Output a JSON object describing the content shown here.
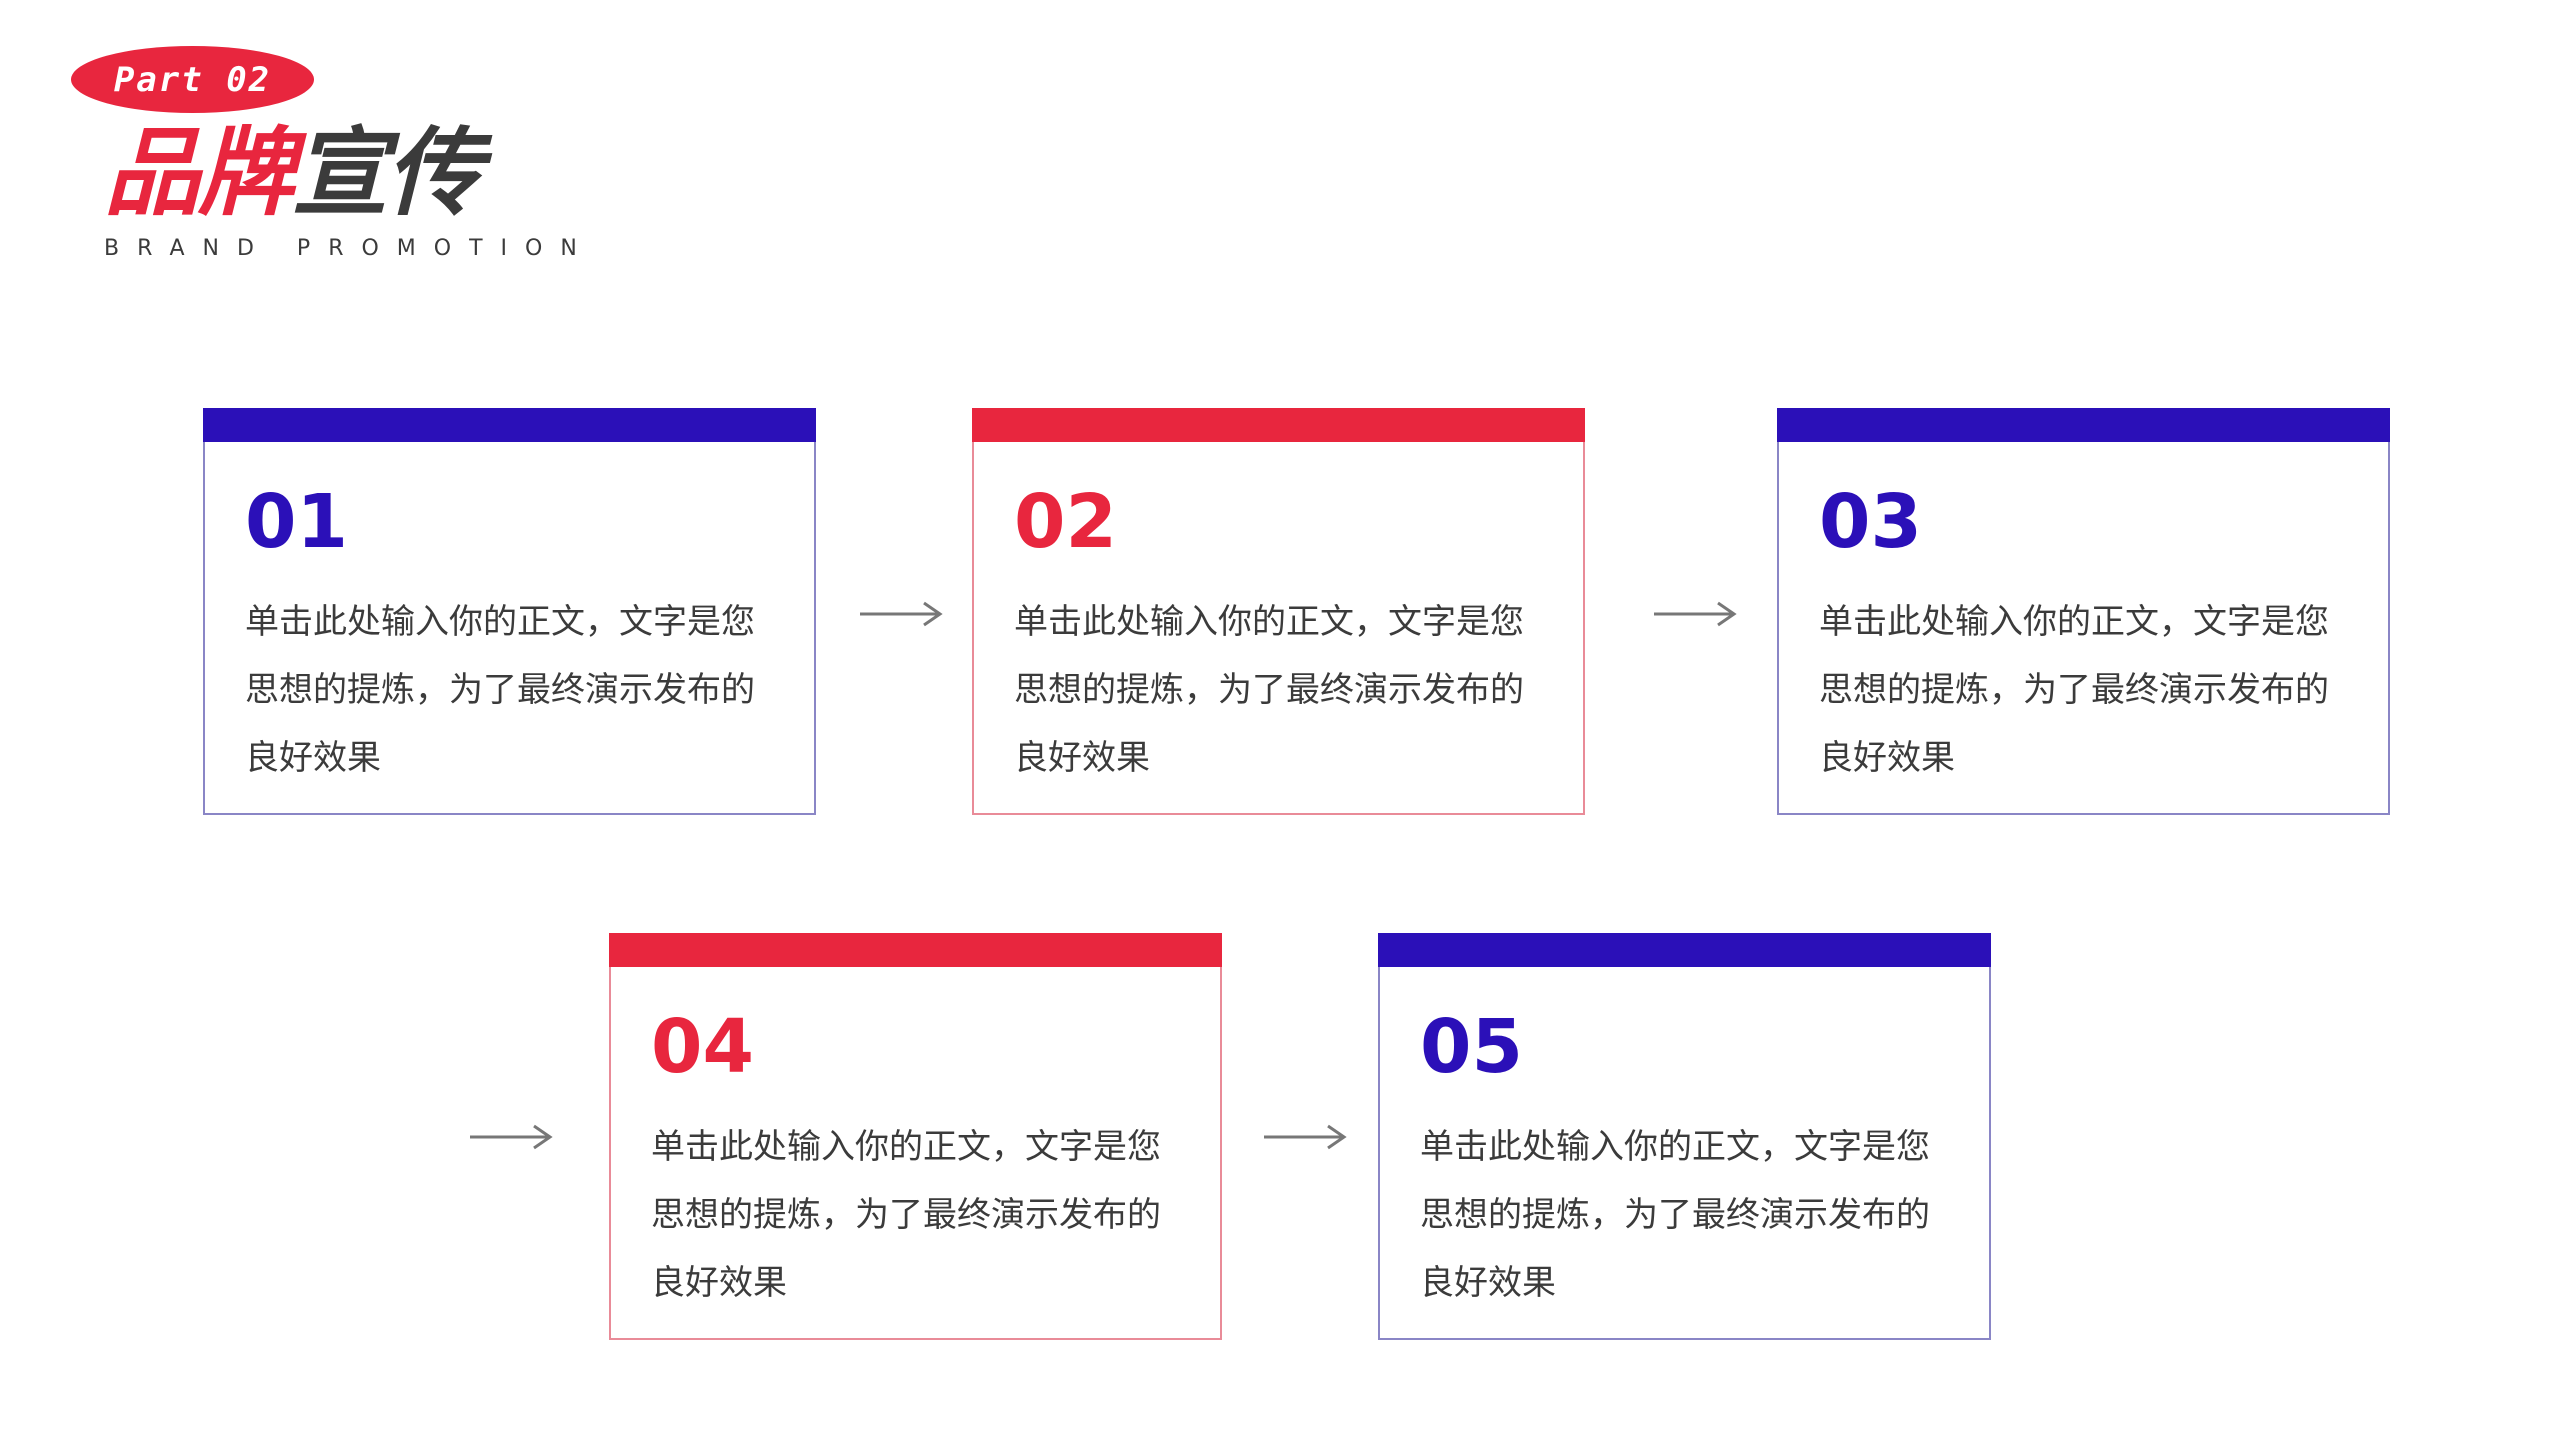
{
  "header": {
    "part_label": "Part 02",
    "title_red": "品牌",
    "title_dark": "宣传",
    "subtitle": "BRAND PROMOTION"
  },
  "colors": {
    "red": "#e8263e",
    "blue": "#2b10b8",
    "dark_text": "#3b3b3b",
    "arrow": "#777777"
  },
  "cards": [
    {
      "number": "01",
      "text": "单击此处输入你的正文，文字是您思想的提炼，为了最终演示发布的良好效果",
      "accent": "blue"
    },
    {
      "number": "02",
      "text": "单击此处输入你的正文，文字是您思想的提炼，为了最终演示发布的良好效果",
      "accent": "red"
    },
    {
      "number": "03",
      "text": "单击此处输入你的正文，文字是您思想的提炼，为了最终演示发布的良好效果",
      "accent": "blue"
    },
    {
      "number": "04",
      "text": "单击此处输入你的正文，文字是您思想的提炼，为了最终演示发布的良好效果",
      "accent": "red"
    },
    {
      "number": "05",
      "text": "单击此处输入你的正文，文字是您思想的提炼，为了最终演示发布的良好效果",
      "accent": "blue"
    }
  ],
  "arrows": [
    "arrow-right-icon",
    "arrow-right-icon",
    "arrow-right-icon",
    "arrow-right-icon"
  ]
}
